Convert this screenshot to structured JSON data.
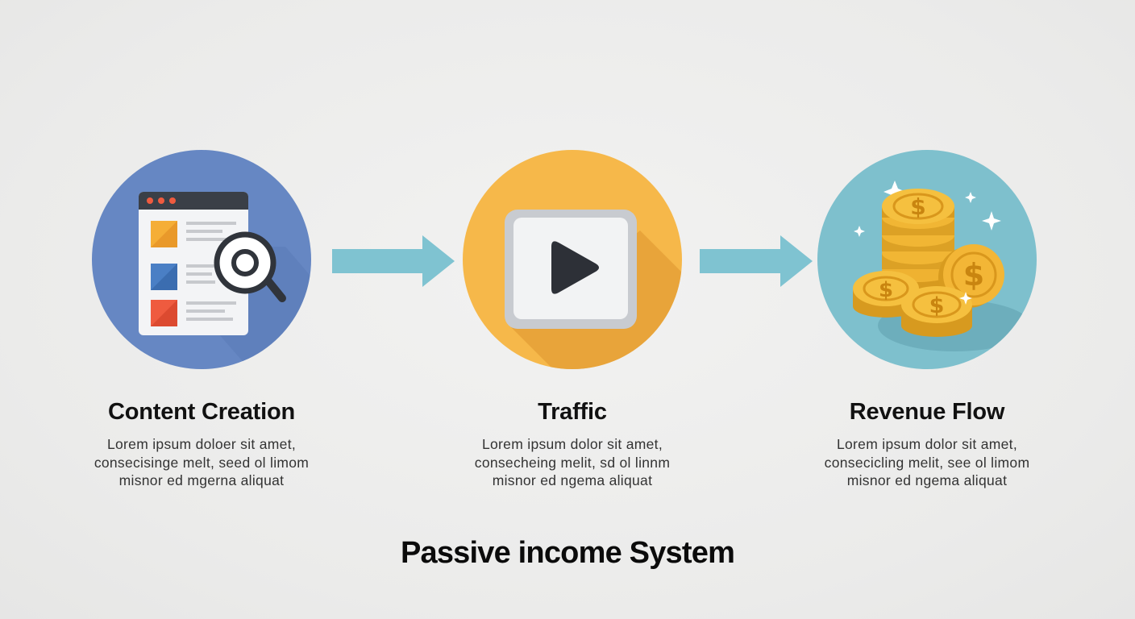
{
  "steps": [
    {
      "title": "Content Creation",
      "desc": [
        "Lorem ipsum doloer sit amet,",
        "consecisinge melt, seed ol limom",
        "misnor ed mgerna aliquat"
      ],
      "icon": "browser-search-icon",
      "color": "#6687c3"
    },
    {
      "title": "Traffic",
      "desc": [
        "Lorem ipsum dolor sit amet,",
        "consecheing melit, sd ol linnm",
        "misnor ed ngema aliquat"
      ],
      "icon": "play-button-icon",
      "color": "#f6b84a"
    },
    {
      "title": "Revenue Flow",
      "desc": [
        "Lorem ipsum dolor sit amet,",
        "consecicling melit, see ol limom",
        "misnor ed ngema aliquat"
      ],
      "icon": "coin-stack-icon",
      "color": "#7ec0cd"
    }
  ],
  "title": "Passive income System",
  "colors": {
    "arrow": "#7fc3d1",
    "coin": "#f2b634",
    "doc_accent_1": "#f5ae36",
    "doc_accent_2": "#4a7fc5",
    "doc_accent_3": "#ef5b3f"
  }
}
